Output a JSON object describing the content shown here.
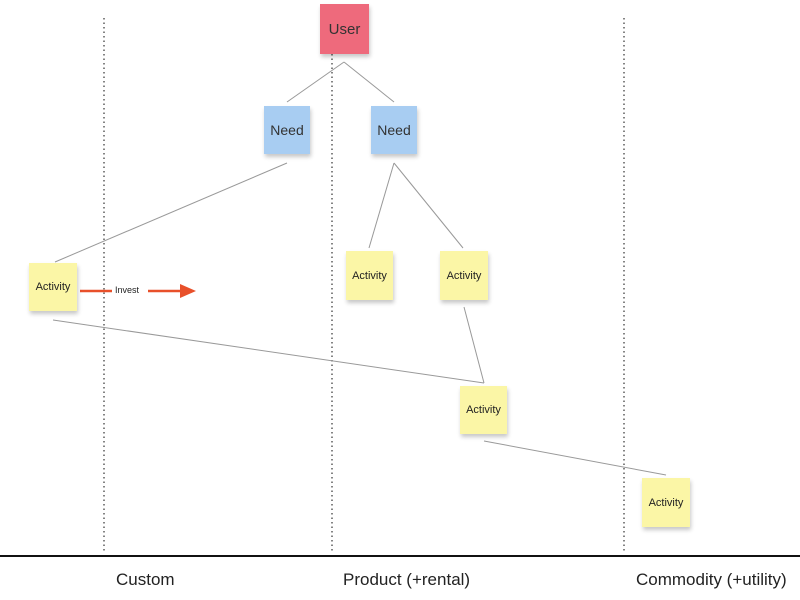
{
  "nodes": {
    "user": "User",
    "need_left": "Need",
    "need_right": "Need",
    "activity_custom": "Activity",
    "activity_product_1": "Activity",
    "activity_product_2": "Activity",
    "activity_product_3": "Activity",
    "activity_commodity": "Activity"
  },
  "annotation": {
    "invest": "Invest"
  },
  "axis": {
    "stages": [
      "Custom",
      "Product (+rental)",
      "Commodity (+utility)"
    ]
  },
  "colors": {
    "user": "#ee6a7c",
    "need": "#a8cdf2",
    "activity": "#fbf6a6",
    "invest_arrow": "#e8502a"
  }
}
